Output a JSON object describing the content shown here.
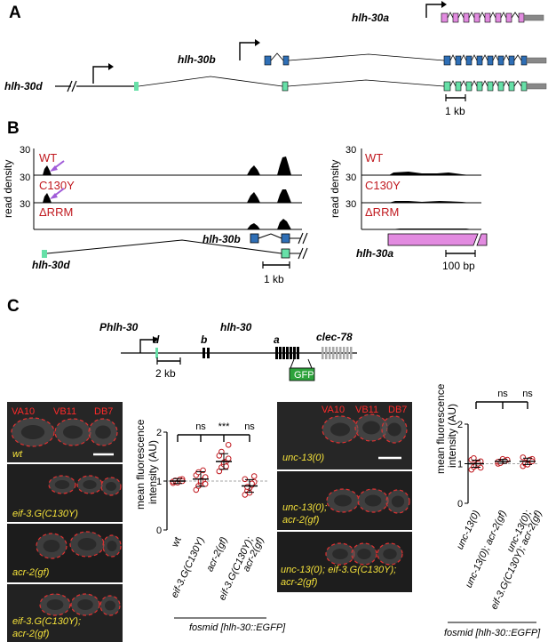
{
  "panelA": {
    "label": "A",
    "genes": {
      "a": "hlh-30a",
      "b": "hlh-30b",
      "d": "hlh-30d"
    },
    "scale": "1 kb",
    "colors": {
      "a": "#e28be0",
      "b": "#2f6fb6",
      "d": "#67e0a8"
    }
  },
  "panelB": {
    "label": "B",
    "ylabel": "read density",
    "tracks": [
      "WT",
      "C130Y",
      "ΔRRM"
    ],
    "ymax": "30",
    "gene_b": "hlh-30b",
    "gene_d": "hlh-30d",
    "gene_a": "hlh-30a",
    "scale_left": "1 kb",
    "scale_right": "100 bp"
  },
  "panelC": {
    "label": "C",
    "promoter": "Phlh-30",
    "gene": "hlh-30",
    "iso_d": "d",
    "iso_b": "b",
    "iso_a": "a",
    "neighbor": "clec-78",
    "scale": "2 kb",
    "gfp": "GFP",
    "cells": [
      "VA10",
      "VB11",
      "DB7"
    ],
    "left_images": [
      "wt",
      "eif-3.G(C130Y)",
      "acr-2(gf)",
      "eif-3.G(C130Y);",
      "acr-2(gf)"
    ],
    "right_images": [
      "unc-13(0)",
      "unc-13(0);",
      "acr-2(gf)",
      "unc-13(0); eif-3.G(C130Y);",
      "acr-2(gf)"
    ],
    "fosmid": "fosmid [hlh-30::EGFP]"
  },
  "chart_data": [
    {
      "type": "scatter",
      "ylabel": "mean fluorescence intensity (AU)",
      "ylim": [
        0,
        2
      ],
      "yticks": [
        "0",
        "1",
        "2"
      ],
      "categories": [
        "wt",
        "eif-3.G(C130Y)",
        "acr-2(gf)",
        "eif-3.G(C130Y); acr-2(gf)"
      ],
      "means": [
        1.0,
        1.04,
        1.4,
        0.9
      ],
      "sd": [
        0.05,
        0.15,
        0.16,
        0.13
      ],
      "points": [
        [
          0.96,
          0.98,
          1.0,
          1.02,
          1.04,
          0.99,
          1.01,
          0.97,
          1.03,
          1.0
        ],
        [
          0.82,
          0.9,
          0.96,
          1.02,
          1.08,
          1.12,
          1.18,
          1.0,
          1.22,
          0.94
        ],
        [
          1.2,
          1.28,
          1.34,
          1.4,
          1.46,
          1.52,
          1.6,
          1.38,
          1.3,
          1.74
        ],
        [
          0.72,
          0.8,
          0.86,
          0.92,
          0.98,
          1.04,
          0.88,
          0.76,
          0.95,
          1.1
        ]
      ],
      "significance": [
        "ns",
        "***",
        "ns"
      ],
      "color": "#c0181e"
    },
    {
      "type": "scatter",
      "ylabel": "mean fluorescence intensity (AU)",
      "ylim": [
        0,
        2
      ],
      "yticks": [
        "0",
        "1",
        "2"
      ],
      "categories": [
        "unc-13(0)",
        "unc-13(0); acr-2(gf)",
        "unc-13(0); eif-3.G(C130Y); acr-2(gf)"
      ],
      "means": [
        1.0,
        1.06,
        1.06
      ],
      "sd": [
        0.09,
        0.05,
        0.08
      ],
      "points": [
        [
          0.85,
          0.92,
          0.98,
          1.02,
          1.06,
          1.1,
          1.14,
          0.95,
          1.0,
          0.9
        ],
        [
          1.0,
          1.03,
          1.06,
          1.08,
          1.1,
          1.05,
          1.02,
          1.12,
          1.07
        ],
        [
          0.94,
          1.0,
          1.04,
          1.08,
          1.12,
          1.16,
          1.02,
          0.98,
          1.1,
          1.06
        ]
      ],
      "significance": [
        "ns",
        "ns"
      ],
      "color": "#c0181e"
    }
  ]
}
